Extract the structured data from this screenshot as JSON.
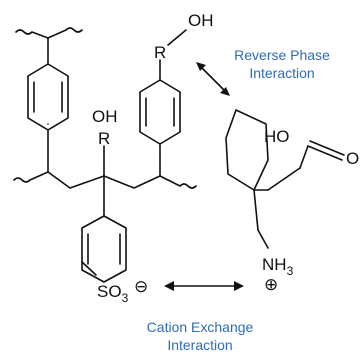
{
  "colors": {
    "bond": "#111111",
    "label": "#2e6db5"
  },
  "labels": {
    "reverse_phase_line1": "Reverse Phase",
    "reverse_phase_line2": "Interaction",
    "cation_exchange_line1": "Cation Exchange",
    "cation_exchange_line2": "Interaction"
  },
  "atoms": {
    "r_top": "R",
    "oh_top": "OH",
    "oh_mid": "OH",
    "r_mid": "R",
    "so3": "SO",
    "so3_sub": "3",
    "minus": "⊖",
    "ho": "HO",
    "carbonyl_o": "O",
    "nh3_n": "NH",
    "nh3_sub": "3",
    "plus": "⊕"
  }
}
